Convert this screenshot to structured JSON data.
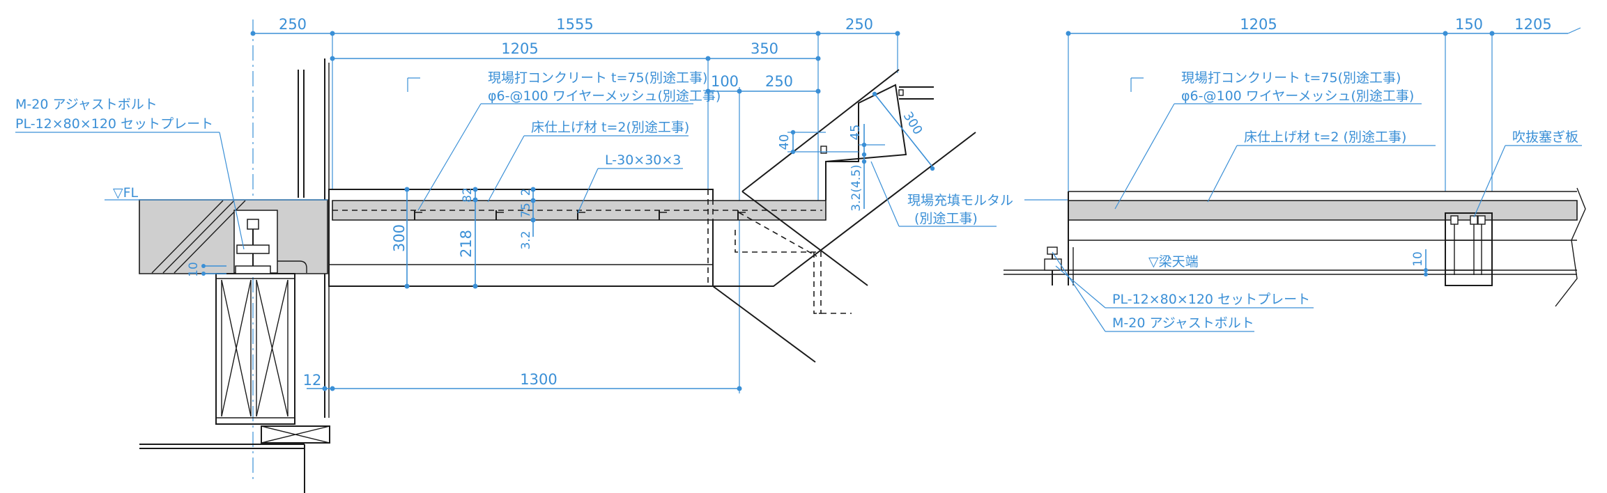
{
  "colors": {
    "annotation": "#3a8fd6",
    "line": "#1a1a1a",
    "concrete": "#cfcfcf"
  },
  "left": {
    "dims_top": {
      "d250a": "250",
      "d1555": "1555",
      "d250b": "250",
      "d1205": "1205",
      "d350": "350",
      "d100": "100",
      "d250c": "250"
    },
    "dims_side": {
      "d40": "40",
      "d45": "45",
      "d300s": "300",
      "d3245": "3.2(4.5)"
    },
    "dims_section": {
      "d300": "300",
      "d218": "218",
      "d82": "82",
      "d32": "3.2",
      "d75": "75",
      "d10": "10",
      "d12": "12",
      "d1300": "1300"
    },
    "notes": {
      "concrete": "現場打コンクリート t=75(別途工事)",
      "mesh": "φ6-@100 ワイヤーメッシュ(別途工事)",
      "finish": "床仕上げ材 t=2(別途工事)",
      "angle": "L-30×30×3",
      "bolt": "M-20 アジャストボルト",
      "plate": "PL-12×80×120 セットプレート",
      "mortar1": "現場充填モルタル",
      "mortar2": "(別途工事)"
    },
    "fl": "▽FL"
  },
  "right": {
    "dims_top": {
      "d1205": "1205",
      "d150": "150",
      "d1205b": "1205"
    },
    "notes": {
      "concrete": "現場打コンクリート t=75(別途工事)",
      "mesh": "φ6-@100  ワイヤーメッシュ(別途工事)",
      "finish": "床仕上げ材 t=2 (別途工事)",
      "closure": "吹抜塞ぎ板",
      "plate": "PL-12×80×120 セットプレート",
      "bolt": "M-20 アジャストボルト"
    },
    "beam_top": "▽梁天端",
    "d10": "10"
  }
}
